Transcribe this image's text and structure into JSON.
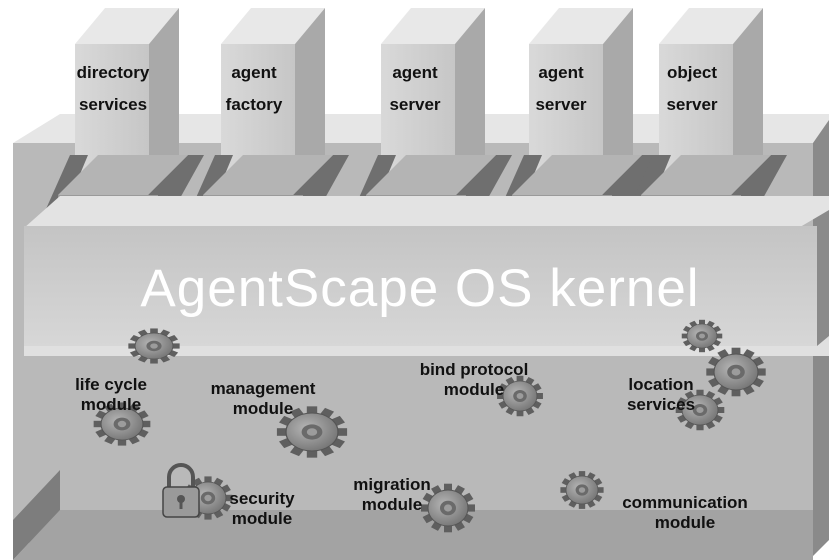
{
  "servers": [
    {
      "lines": [
        "directory",
        "services"
      ]
    },
    {
      "lines": [
        "agent",
        "factory"
      ]
    },
    {
      "lines": [
        "agent",
        "server"
      ]
    },
    {
      "lines": [
        "agent",
        "server"
      ]
    },
    {
      "lines": [
        "object",
        "server"
      ]
    }
  ],
  "interfaces": [
    "interface",
    "interface",
    "interface",
    "interface",
    "interface"
  ],
  "kernel": {
    "title": "AgentScape OS kernel"
  },
  "modules": [
    {
      "lines": [
        "life cycle",
        "module"
      ]
    },
    {
      "lines": [
        "management",
        "module"
      ]
    },
    {
      "lines": [
        "bind protocol",
        "module"
      ]
    },
    {
      "lines": [
        "location",
        "services"
      ]
    },
    {
      "lines": [
        "security",
        "module"
      ]
    },
    {
      "lines": [
        "migration",
        "module"
      ]
    },
    {
      "lines": [
        "communication",
        "module"
      ]
    }
  ],
  "icons": [
    "gear-icon",
    "padlock-icon"
  ],
  "colors": {
    "box_face": "#bdbdbd",
    "box_side": "#7a7a7a",
    "box_dark": "#595959",
    "kernel_band": "#cfcfcf",
    "server": "#d2d2d2",
    "interface_block": "#9a9a9a",
    "gear": "#8c8c8c"
  }
}
